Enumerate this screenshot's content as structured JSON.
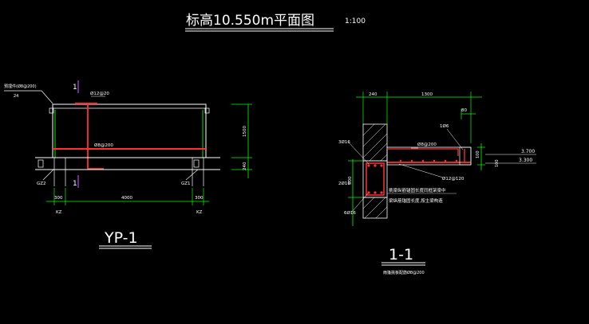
{
  "drawing": {
    "title": "标高10.550m平面图",
    "scale": "1:100"
  },
  "yp1": {
    "label": "YP-1",
    "section_mark": "1",
    "top_note": "预埋件(Ø8@200)",
    "top_note_dim": "24",
    "top_rebar": "Ø12@20",
    "mid_rebar": "Ø8@200",
    "beam_left": "GZ2",
    "beam_right": "GZ1",
    "dim_left": "300",
    "dim_center": "4000",
    "dim_right": "300",
    "axis_left": "KZ",
    "axis_right": "KZ",
    "dim_height": "1500",
    "dim_bottom": "240"
  },
  "section": {
    "label": "1-1",
    "sublabel": "雨篷挑板配筋Ø8@200",
    "dim_wall": "240",
    "dim_cant": "1300",
    "dim_tip": "80",
    "rebar_top_left": "3Ø16",
    "rebar_edge": "1Ø6",
    "rebar_main": "Ø8@200",
    "rebar_stirrup": "Ø12@120",
    "rebar_beam": "2Ø16",
    "rebar_bottom": "6Ø16",
    "beam_height": "500",
    "slab_thk_1": "100",
    "slab_thk_2": "100",
    "level_top": "3.700",
    "level_bottom": "3.300",
    "note_line1": "挑梁纵筋锚固长度同框架梁中",
    "note_line2": "梁纵筋锚固长度,按主梁构造"
  }
}
